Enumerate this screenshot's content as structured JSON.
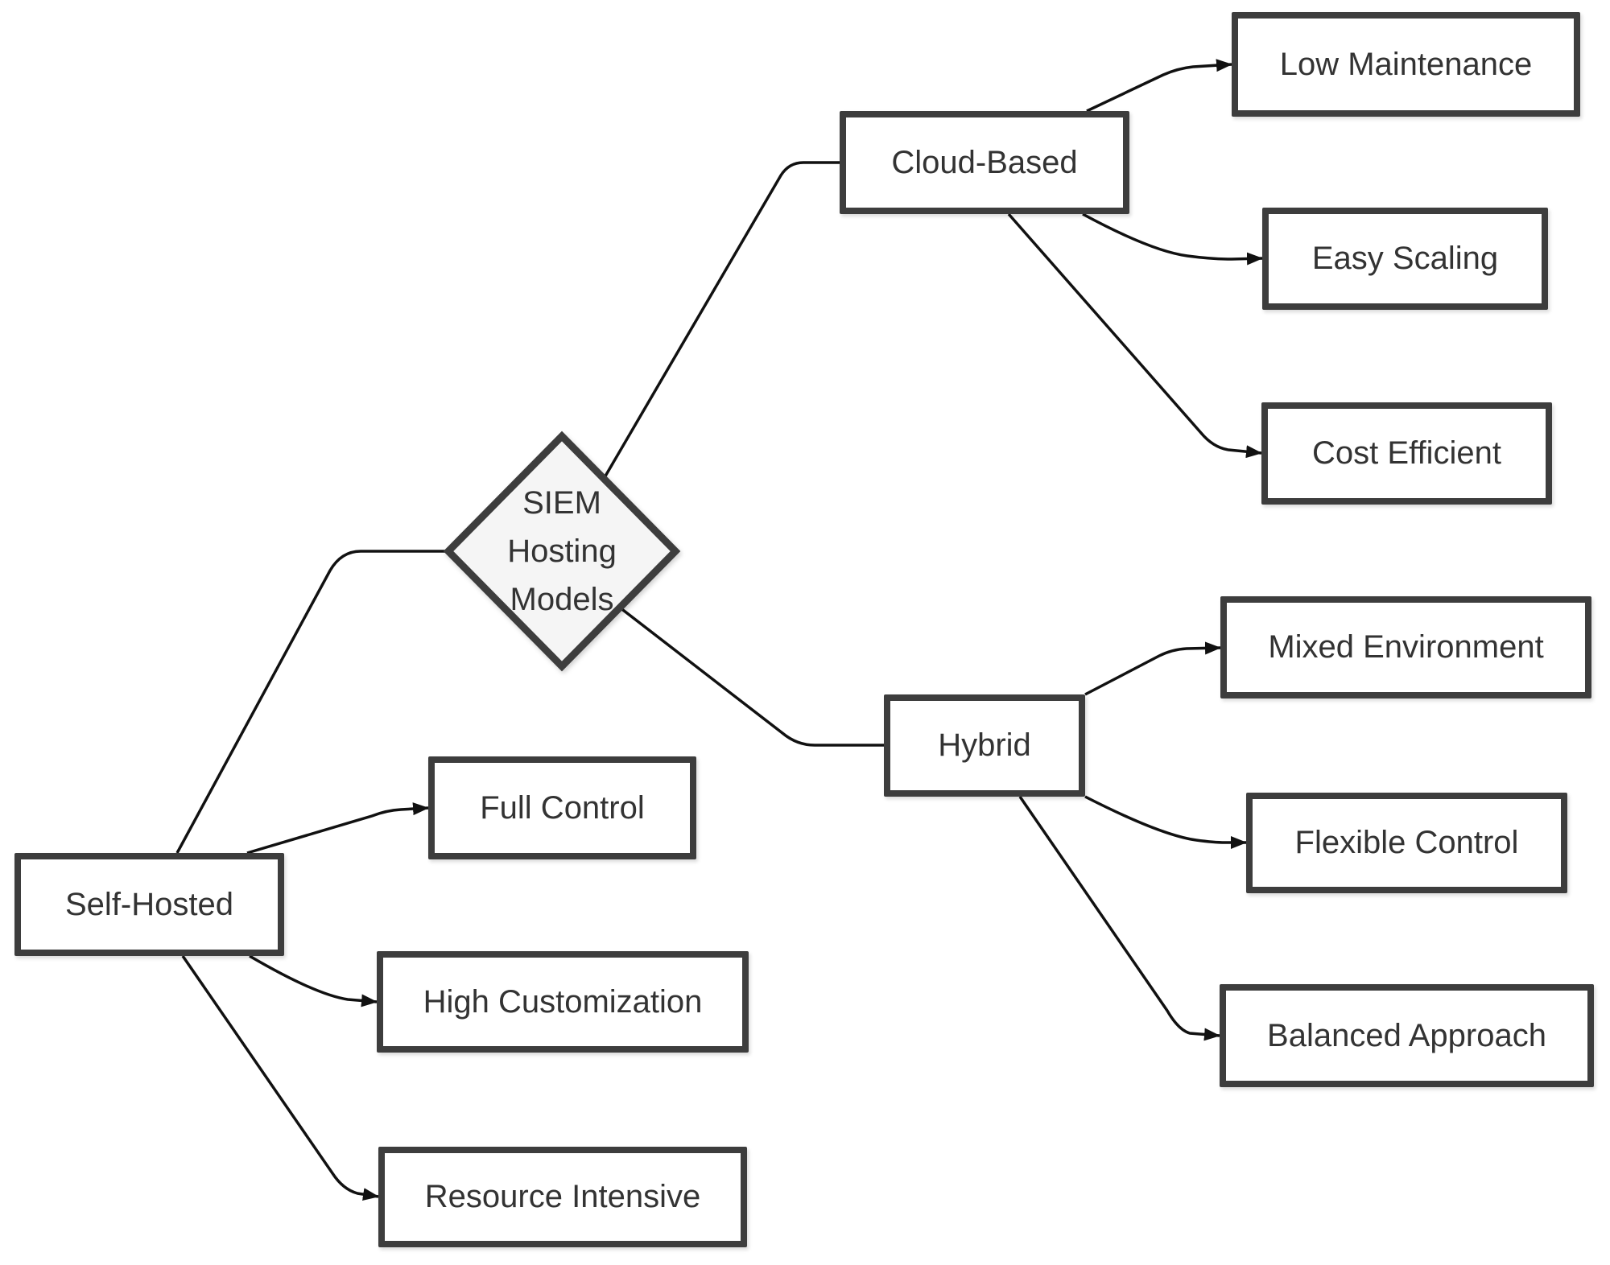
{
  "diagram": {
    "root": {
      "label": "SIEM Hosting Models",
      "lines": [
        "SIEM",
        "Hosting",
        "Models"
      ]
    },
    "branches": [
      {
        "label": "Cloud-Based",
        "children": [
          {
            "label": "Low Maintenance"
          },
          {
            "label": "Easy Scaling"
          },
          {
            "label": "Cost Efficient"
          }
        ]
      },
      {
        "label": "Self-Hosted",
        "children": [
          {
            "label": "Full Control"
          },
          {
            "label": "High Customization"
          },
          {
            "label": "Resource Intensive"
          }
        ]
      },
      {
        "label": "Hybrid",
        "children": [
          {
            "label": "Mixed Environment"
          },
          {
            "label": "Flexible Control"
          },
          {
            "label": "Balanced Approach"
          }
        ]
      }
    ],
    "colors": {
      "node_border": "#3d3d3d",
      "node_fill": "#ffffff",
      "root_fill": "#f5f5f5",
      "edge": "#111111",
      "text": "#333333"
    }
  }
}
